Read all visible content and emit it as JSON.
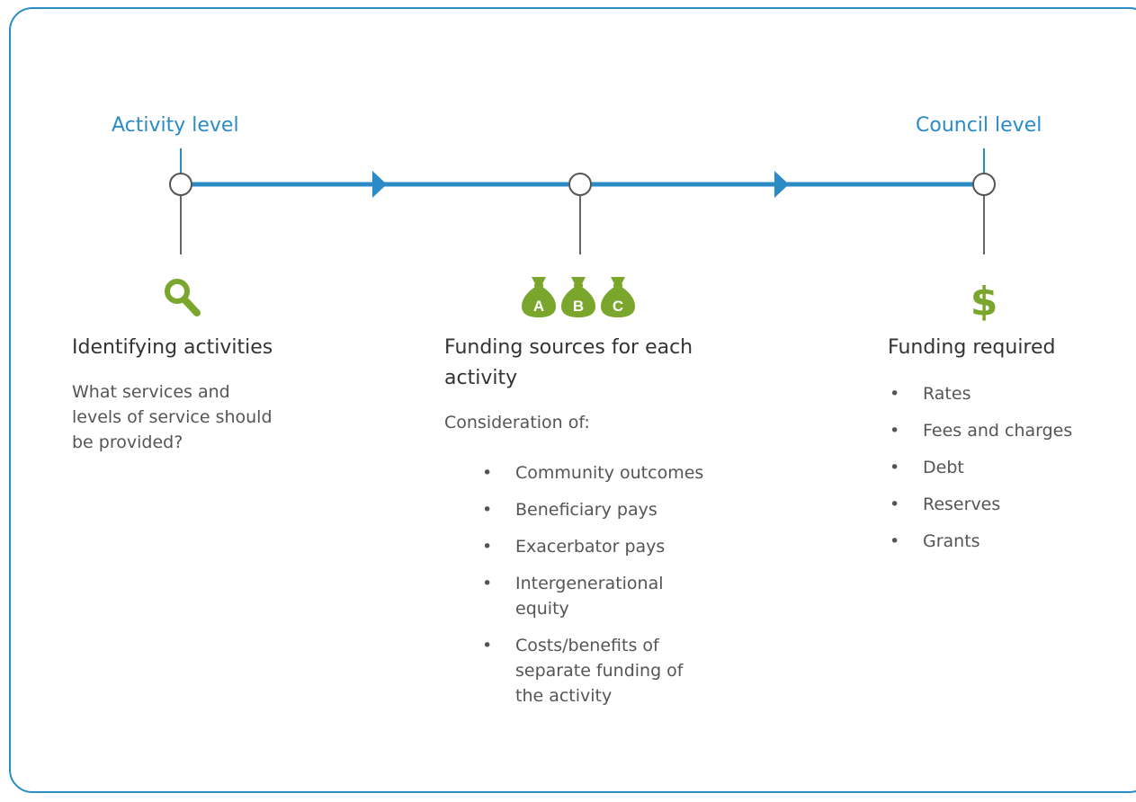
{
  "levels": {
    "activity": "Activity level",
    "council": "Council level"
  },
  "colors": {
    "accent_blue": "#2b8bc6",
    "icon_green": "#7aa62e"
  },
  "icons": {
    "left": "search-icon",
    "middle": [
      "money-bag-a-icon",
      "money-bag-b-icon",
      "money-bag-c-icon"
    ],
    "right": "dollar-icon"
  },
  "bag_letters": [
    "A",
    "B",
    "C"
  ],
  "dollar_symbol": "$",
  "columns": {
    "identifying": {
      "title": "Identifying activities",
      "body": [
        "What services and",
        "levels of service should",
        "be provided?"
      ]
    },
    "funding_sources": {
      "title": [
        "Funding sources for each",
        "activity"
      ],
      "intro": "Consideration of:",
      "items": [
        [
          "Community outcomes"
        ],
        [
          "Beneficiary pays"
        ],
        [
          "Exacerbator pays"
        ],
        [
          "Intergenerational",
          "equity"
        ],
        [
          "Costs/benefits of",
          "separate funding of",
          "the activity"
        ]
      ]
    },
    "funding_required": {
      "title": "Funding required",
      "items": [
        "Rates",
        "Fees and charges",
        "Debt",
        "Reserves",
        "Grants"
      ]
    }
  }
}
